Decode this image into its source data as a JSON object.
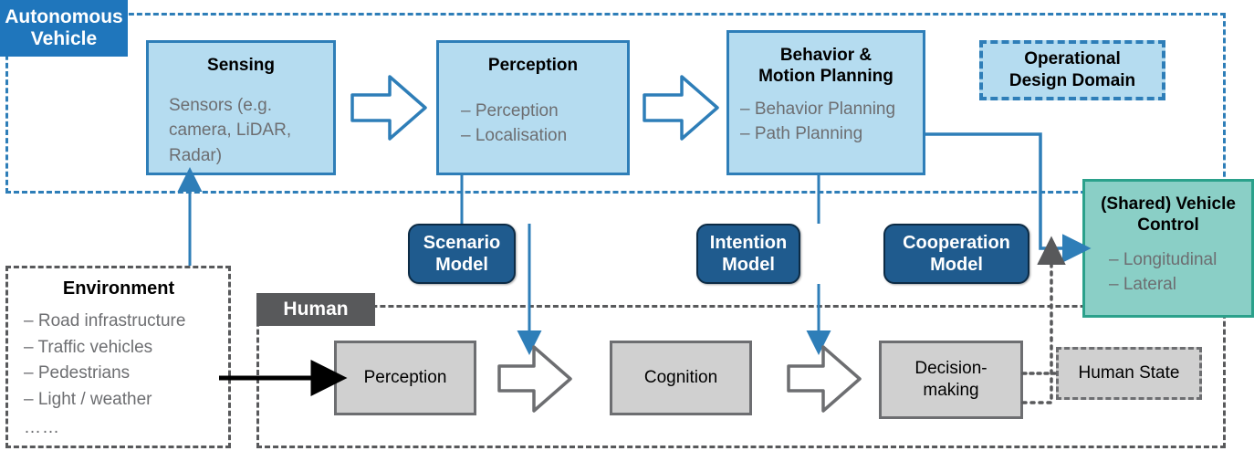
{
  "diagram": {
    "title": "Autonomous Vehicle and Human shared control architecture",
    "colors": {
      "av_blue": "#2E7EB8",
      "box_fill_blue": "#B5DCF0",
      "model_navy": "#1F5B8E",
      "human_gray": "#58595B",
      "gray_fill": "#D0D0D0",
      "green_fill": "#8ACFC6",
      "green_border": "#2BA18B",
      "tab_blue": "#1F76BC",
      "muted_text": "#6D6E71"
    }
  },
  "regions": {
    "av_label": "Autonomous\nVehicle",
    "av_label_line1": "Autonomous",
    "av_label_line2": "Vehicle",
    "human_label": "Human"
  },
  "av_pipeline": [
    {
      "id": "sensing",
      "title": "Sensing",
      "body_lines": [
        "Sensors (e.g.",
        "camera, LiDAR,",
        "Radar)"
      ]
    },
    {
      "id": "perception",
      "title": "Perception",
      "body_lines": [
        "–  Perception",
        "–  Localisation"
      ]
    },
    {
      "id": "behavior-motion-planning",
      "title_line1": "Behavior &",
      "title_line2": "Motion Planning",
      "body_lines": [
        "–  Behavior Planning",
        "–  Path Planning"
      ]
    }
  ],
  "odd": {
    "line1": "Operational",
    "line2": "Design Domain"
  },
  "vehicle_control": {
    "title_line1": "(Shared) Vehicle",
    "title_line2": "Control",
    "body_lines": [
      "–  Longitudinal",
      "–  Lateral"
    ]
  },
  "models": [
    {
      "id": "scenario-model",
      "line1": "Scenario",
      "line2": "Model"
    },
    {
      "id": "intention-model",
      "line1": "Intention",
      "line2": "Model"
    },
    {
      "id": "cooperation-model",
      "line1": "Cooperation",
      "line2": "Model"
    }
  ],
  "environment": {
    "title": "Environment",
    "items": [
      "–  Road infrastructure",
      "–  Traffic vehicles",
      "–  Pedestrians",
      "–  Light / weather"
    ],
    "ellipsis": "……"
  },
  "human_pipeline": [
    {
      "id": "human-perception",
      "label": "Perception"
    },
    {
      "id": "human-cognition",
      "label": "Cognition"
    },
    {
      "id": "human-decision-making",
      "line1": "Decision-",
      "line2": "making"
    }
  ],
  "human_state": {
    "label": "Human State"
  }
}
